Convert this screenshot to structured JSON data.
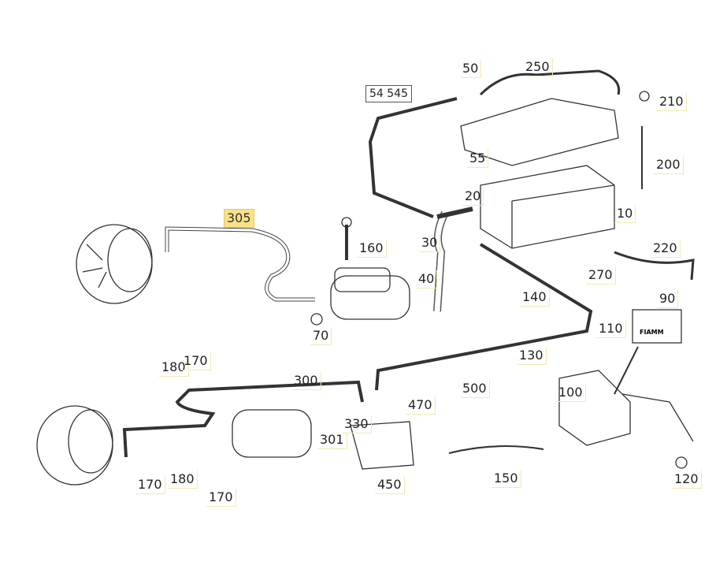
{
  "diagram": {
    "reference_box": "54 545",
    "highlighted_label": "305",
    "battery_brand": "FIAMM",
    "labels": [
      "50",
      "250",
      "210",
      "55",
      "200",
      "20",
      "10",
      "160",
      "30",
      "220",
      "270",
      "40",
      "140",
      "90",
      "70",
      "110",
      "130",
      "180",
      "170",
      "300",
      "500",
      "100",
      "470",
      "330",
      "301",
      "180",
      "170",
      "450",
      "150",
      "120",
      "170"
    ]
  }
}
